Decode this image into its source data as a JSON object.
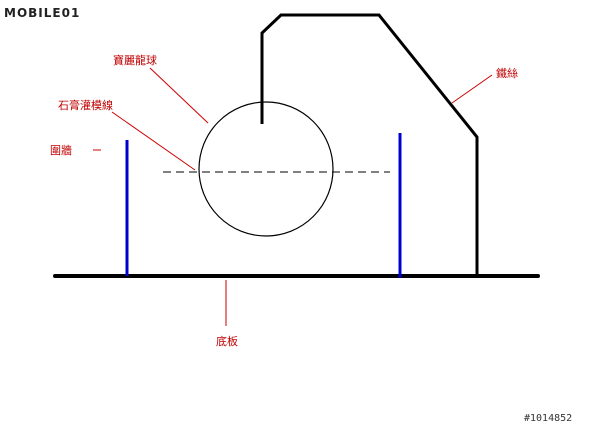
{
  "logo": {
    "text": "MOBILE01"
  },
  "labels": {
    "ball": "寶麗龍球",
    "plaster_line": "石膏灌模線",
    "wire": "鐵絲",
    "wall": "圍牆",
    "base": "底板"
  },
  "watermark": {
    "id": "#1014852"
  },
  "colors": {
    "label": "#c00000",
    "leader": "#cc0000",
    "wall": "#0000cc",
    "line": "#000000"
  }
}
